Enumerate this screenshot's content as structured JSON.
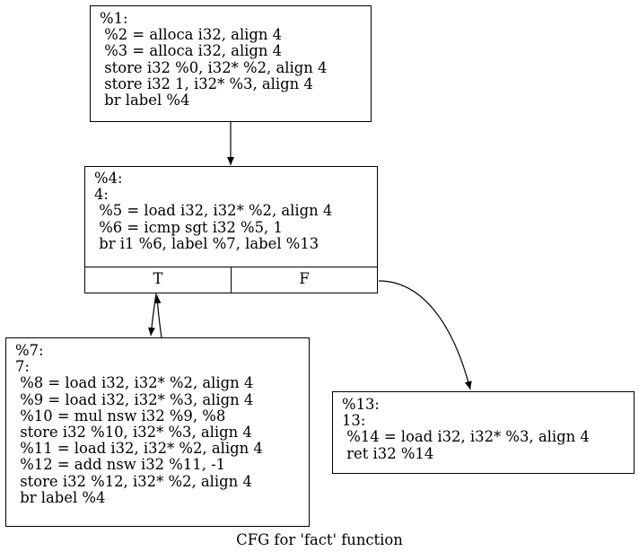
{
  "graph": {
    "caption": "CFG for 'fact' function",
    "nodes": {
      "n1": "%1:\n %2 = alloca i32, align 4\n %3 = alloca i32, align 4\n store i32 %0, i32* %2, align 4\n store i32 1, i32* %3, align 4\n br label %4",
      "n4": "%4:\n4:\n %5 = load i32, i32* %2, align 4\n %6 = icmp sgt i32 %5, 1\n br i1 %6, label %7, label %13",
      "n4_port_true": "T",
      "n4_port_false": "F",
      "n7": "%7:\n7:\n %8 = load i32, i32* %2, align 4\n %9 = load i32, i32* %3, align 4\n %10 = mul nsw i32 %9, %8\n store i32 %10, i32* %3, align 4\n %11 = load i32, i32* %2, align 4\n %12 = add nsw i32 %11, -1\n store i32 %12, i32* %2, align 4\n br label %4",
      "n13": "%13:\n13:\n %14 = load i32, i32* %3, align 4\n ret i32 %14"
    }
  }
}
